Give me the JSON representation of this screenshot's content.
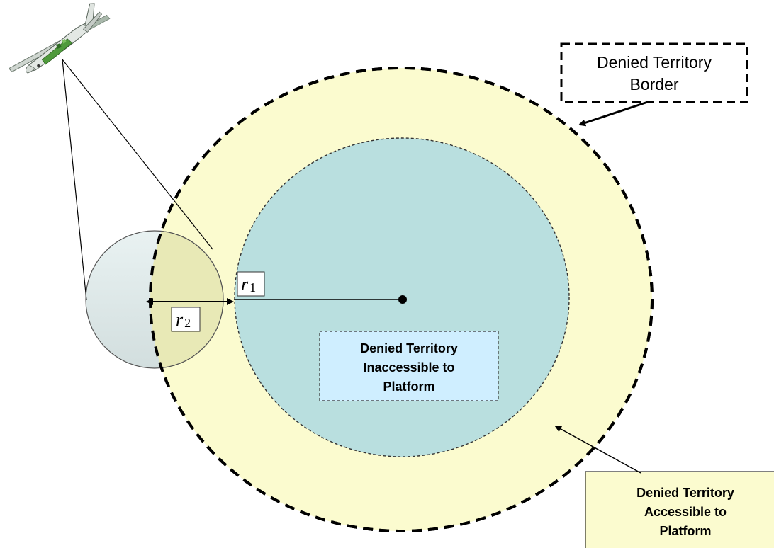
{
  "labels": {
    "border_line1": "Denied Territory",
    "border_line2": "Border",
    "inaccessible_line1": "Denied Territory",
    "inaccessible_line2": "Inaccessible to",
    "inaccessible_line3": "Platform",
    "accessible_line1": "Denied Territory",
    "accessible_line2": "Accessible to",
    "accessible_line3": "Platform",
    "r1_symbol": "r",
    "r1_sub": "1",
    "r2_symbol": "r",
    "r2_sub": "2"
  },
  "colors": {
    "outer_fill": "#fbfbcf",
    "inner_fill": "#b9dfdf",
    "sensor_fill": "#e6f0f0",
    "overlap_fill": "#e8e9b6",
    "inaccessible_box_fill": "#cfeeff",
    "accessible_box_fill": "#fbfbcf",
    "stroke": "#000000"
  },
  "icons": {
    "aircraft": "uav-aircraft-icon"
  }
}
